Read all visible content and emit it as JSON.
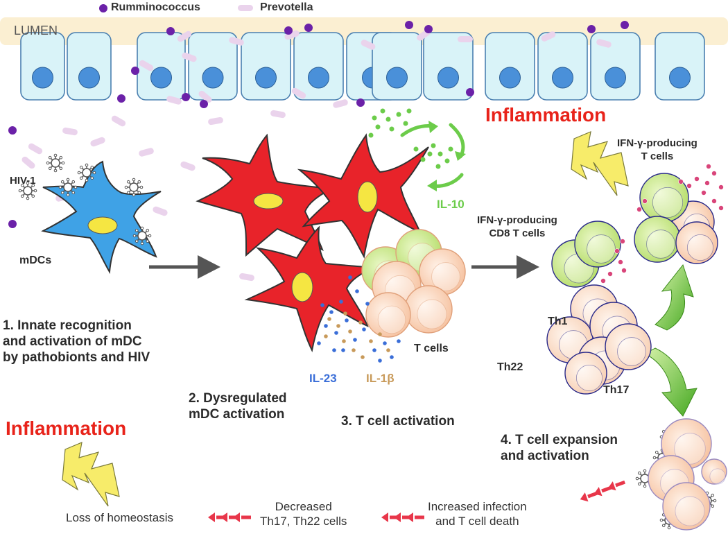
{
  "legend": {
    "rumminococcus": "Rumminococcus",
    "prevotella": "Prevotella"
  },
  "lumen_label": "LUMEN",
  "labels": {
    "hiv": "HIV-1",
    "mdcs": "mDCs",
    "il10": "IL-10",
    "il23": "IL-23",
    "il1b": "IL-1β",
    "t_cells": "T cells",
    "cd8_line1": "IFN-γ-producing",
    "cd8_line2": "CD8 T cells",
    "ifn_line1": "IFN-γ-producing",
    "ifn_line2": "T cells",
    "th1": "Th1",
    "th22": "Th22",
    "th17": "Th17"
  },
  "inflammation": {
    "top": "Inflammation",
    "bottom": "Inflammation"
  },
  "steps": {
    "s1": [
      "1.  Innate recognition",
      "and activation of mDC",
      "by pathobionts and HIV"
    ],
    "s2": [
      "2.  Dysregulated",
      "mDC activation"
    ],
    "s3": [
      "3.  T cell activation"
    ],
    "s4": [
      "4.  T cell expansion",
      "and activation"
    ]
  },
  "bottom_flow": {
    "loss": "Loss of homeostasis",
    "decreased": [
      "Decreased",
      "Th17, Th22 cells"
    ],
    "increased": [
      "Increased infection",
      "and T cell death"
    ]
  },
  "colors": {
    "lumen_band": "#fbefd2",
    "epithelial_cell": "#d9f3f8",
    "nucleus": "#4a90d9",
    "mdc_resting": "#3fa2e6",
    "mdc_activated": "#e8232a",
    "nucleus_mdc": "#f5e642",
    "t_cell": "#f9d3b8",
    "ifn_t_cell": "#c6e88a",
    "th_cell": "#fde3d2",
    "inflammation_text": "#e8231a",
    "arrow_red": "#e8364a",
    "arrow_green": "#6ec33a",
    "bacteria_purple": "#6b21a8",
    "bacteria_pink": "#ead3ec",
    "il10_green": "#6ccc4a",
    "il23_blue": "#3a6ed8",
    "il1b_tan": "#c89a5a"
  }
}
